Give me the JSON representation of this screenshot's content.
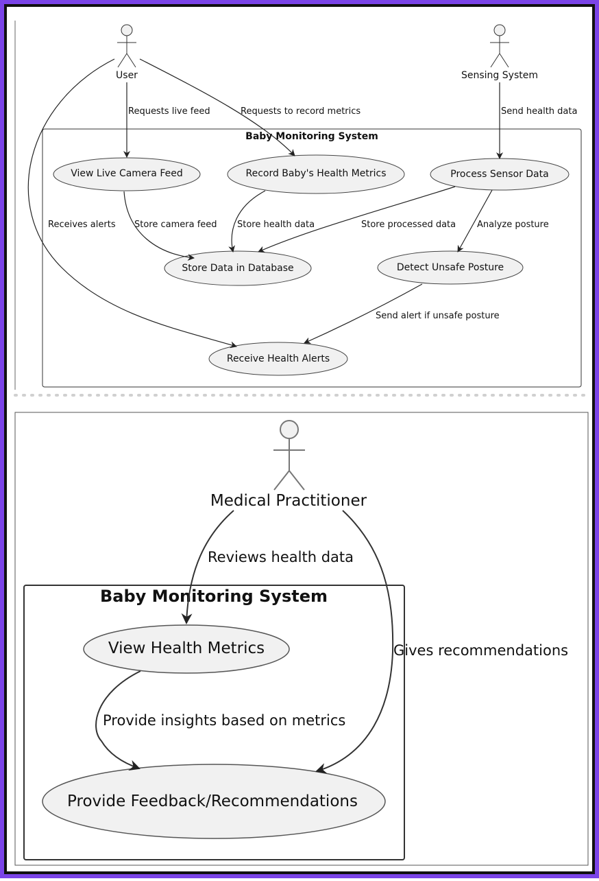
{
  "colors": {
    "outer_border": "#7b44e8",
    "inner_border": "#111111",
    "ellipse_fill": "#f1f1f1"
  },
  "top": {
    "system_title": "Baby Monitoring System",
    "actors": {
      "user": "User",
      "sensing": "Sensing System"
    },
    "usecases": {
      "view_live": "View Live Camera Feed",
      "record_metrics": "Record Baby's Health Metrics",
      "process_sensor": "Process Sensor Data",
      "store_db": "Store Data in Database",
      "detect_posture": "Detect Unsafe Posture",
      "receive_alerts": "Receive Health Alerts"
    },
    "edges": {
      "requests_live": "Requests live feed",
      "requests_record": "Requests to record metrics",
      "send_health": "Send health data",
      "receives_alerts": "Receives alerts",
      "store_camera": "Store camera feed",
      "store_health": "Store health data",
      "store_processed": "Store processed data",
      "analyze_posture": "Analyze posture",
      "send_alert": "Send alert if unsafe posture"
    }
  },
  "bottom": {
    "system_title": "Baby Monitoring System",
    "actor": "Medical Practitioner",
    "usecases": {
      "view_metrics": "View Health Metrics",
      "provide_feedback": "Provide Feedback/Recommendations"
    },
    "edges": {
      "reviews": "Reviews health data",
      "gives": "Gives recommendations",
      "insights": "Provide insights based on metrics"
    }
  }
}
